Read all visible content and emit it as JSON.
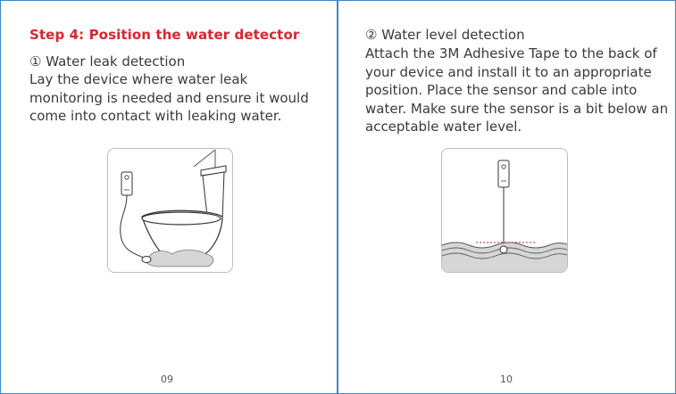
{
  "left_page": {
    "step_title": "Step 4: Position the water detector",
    "section_heading": "① Water leak detection",
    "body": "Lay the device where water leak monitoring is needed and ensure it would come into contact with leaking water.",
    "page_number": "09"
  },
  "right_page": {
    "section_heading": "② Water level detection",
    "body": "Attach the 3M Adhesive Tape to the back of your device and install it to an appropriate position. Place the sensor and cable into water. Make sure the sensor is a bit below an acceptable water level.",
    "page_number": "10"
  },
  "colors": {
    "accent_red": "#d8262e",
    "border_blue": "#3a86c8",
    "text": "#3a3a3a",
    "water_fill": "#d6d6d6"
  },
  "icons": {
    "left_illustration": "toilet-with-water-detector-illustration",
    "right_illustration": "water-level-sensor-illustration"
  }
}
